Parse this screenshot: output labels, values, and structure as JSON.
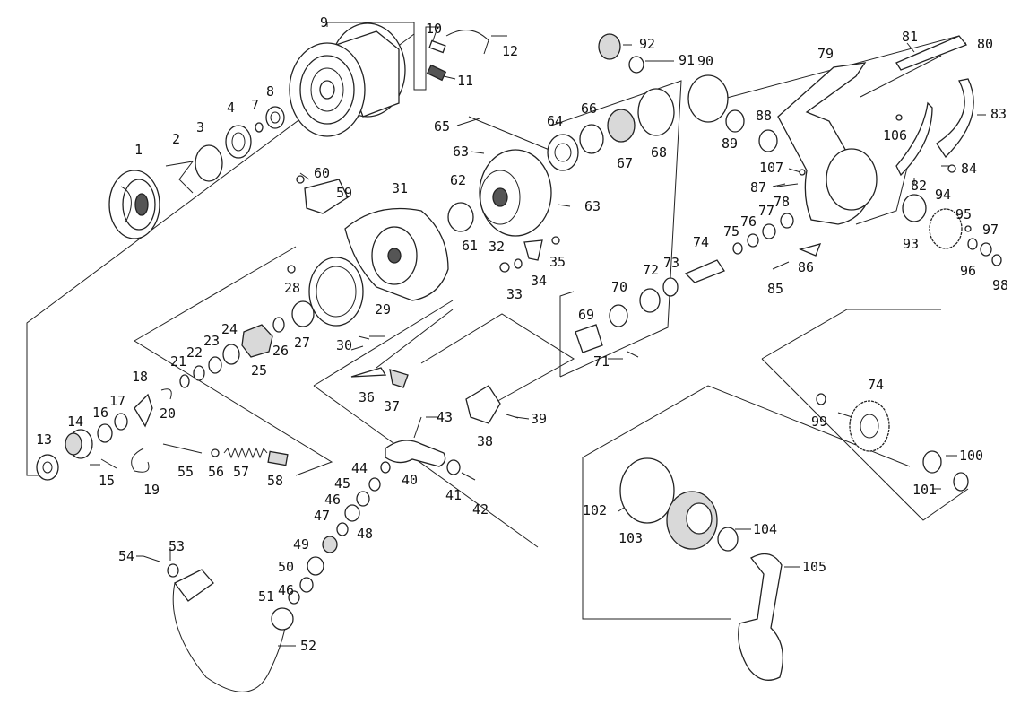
{
  "diagram": {
    "type": "exploded-parts-diagram",
    "labels": [
      "1",
      "2",
      "3",
      "4",
      "7",
      "8",
      "9",
      "10",
      "11",
      "12",
      "13",
      "14",
      "15",
      "16",
      "17",
      "18",
      "19",
      "20",
      "21",
      "22",
      "23",
      "24",
      "25",
      "26",
      "27",
      "28",
      "29",
      "30",
      "31",
      "32",
      "33",
      "34",
      "35",
      "36",
      "37",
      "38",
      "39",
      "40",
      "41",
      "42",
      "43",
      "44",
      "45",
      "46",
      "46",
      "47",
      "48",
      "49",
      "50",
      "51",
      "52",
      "53",
      "54",
      "55",
      "56",
      "57",
      "58",
      "59",
      "60",
      "61",
      "62",
      "63",
      "63",
      "64",
      "65",
      "66",
      "67",
      "68",
      "69",
      "70",
      "71",
      "72",
      "73",
      "74",
      "74",
      "75",
      "76",
      "77",
      "78",
      "79",
      "80",
      "81",
      "82",
      "83",
      "84",
      "85",
      "86",
      "87",
      "88",
      "89",
      "90",
      "91",
      "92",
      "93",
      "94",
      "95",
      "96",
      "97",
      "98",
      "99",
      "100",
      "101",
      "102",
      "103",
      "104",
      "105",
      "106",
      "107"
    ]
  }
}
